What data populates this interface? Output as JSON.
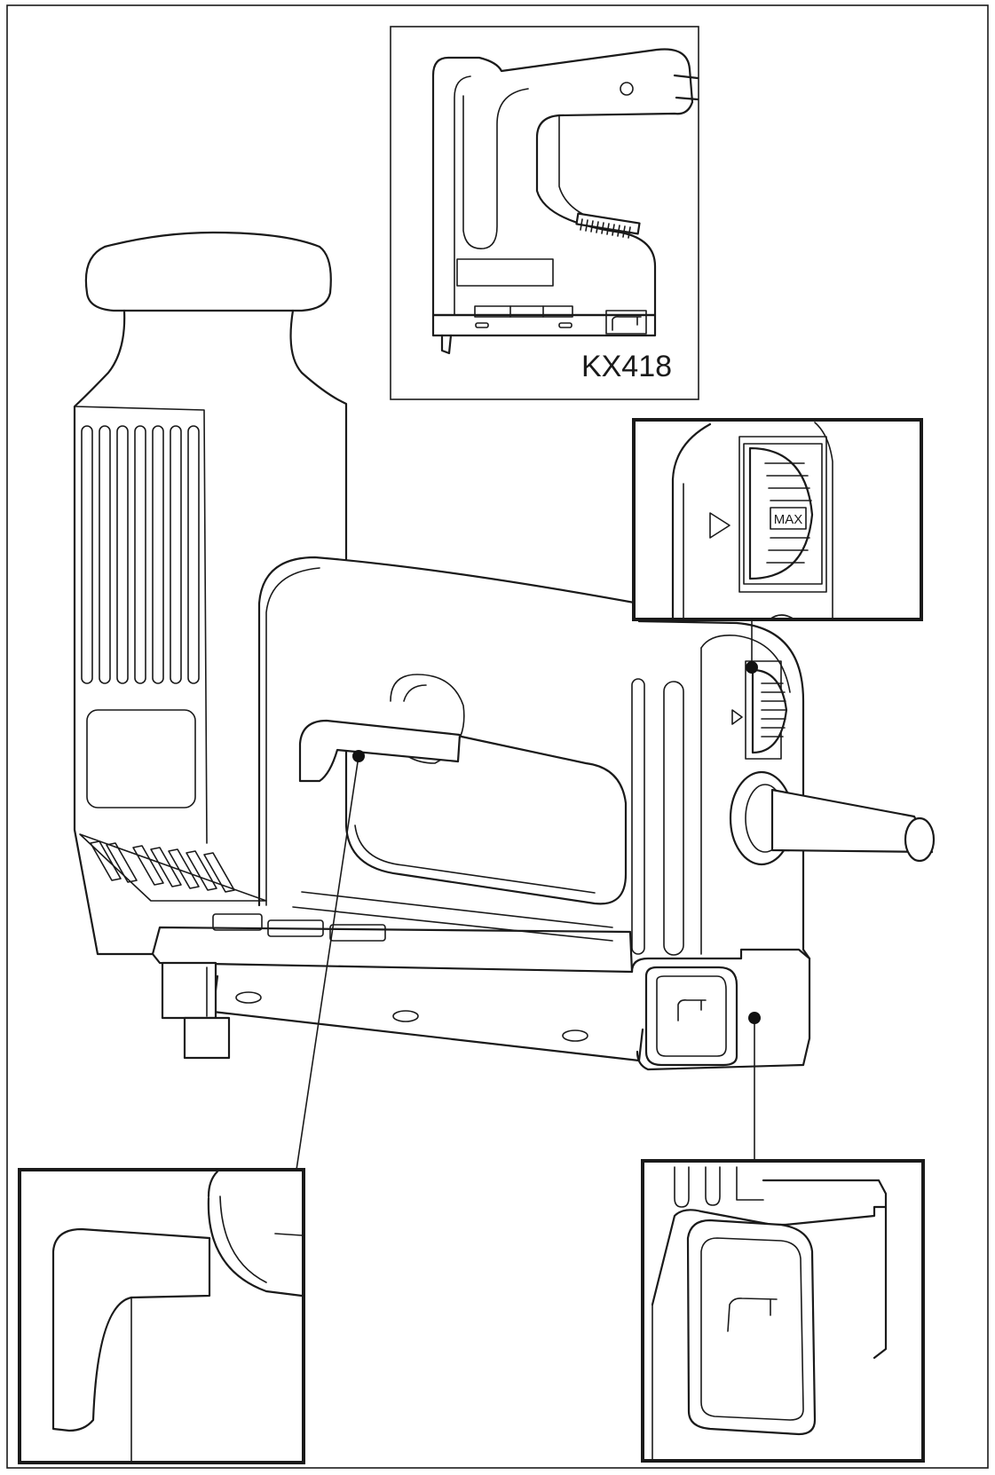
{
  "figure": {
    "model_label": "KX418",
    "dial_label": "MAX",
    "colors": {
      "line": "#1a1a1a",
      "background": "#ffffff"
    }
  },
  "callouts": [
    {
      "name": "trigger-callout",
      "target": "trigger"
    },
    {
      "name": "depth-dial-callout",
      "target": "depth-dial"
    },
    {
      "name": "magazine-release-callout",
      "target": "magazine-release"
    }
  ]
}
